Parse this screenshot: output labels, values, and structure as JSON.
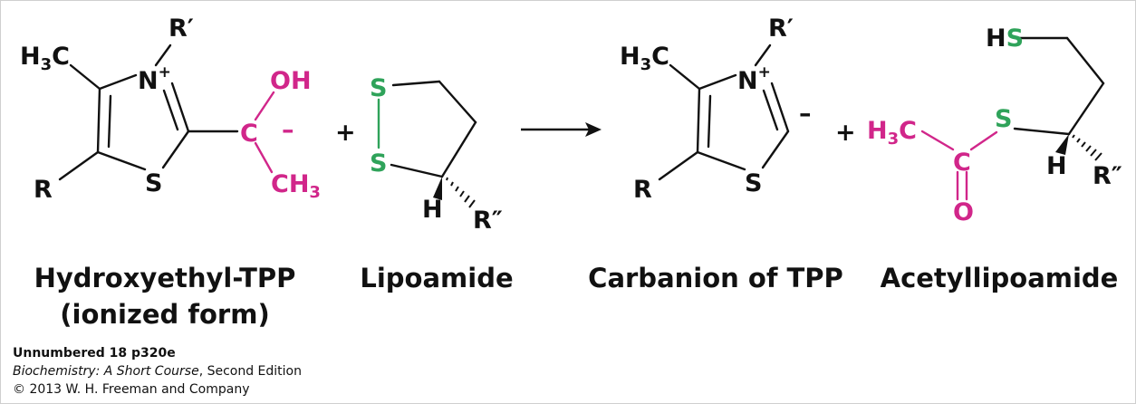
{
  "colors": {
    "black": "#111111",
    "magenta": "#d1268a",
    "green": "#2fa35a"
  },
  "atoms": {
    "h3c": "H",
    "h3c_sub": "3",
    "h3c_tail": "C",
    "r_prime": "R′",
    "n_plus": "N",
    "plus_sup": "+",
    "r": "R",
    "s": "S",
    "oh": "OH",
    "c": "C",
    "ch3": "CH",
    "ch3_sub": "3",
    "minus": "–",
    "h": "H",
    "r_double": "R″",
    "hs": "HS",
    "o": "O"
  },
  "operators": {
    "plus": "+"
  },
  "labels": {
    "hydroxyethyl_tpp_line1": "Hydroxyethyl-TPP",
    "hydroxyethyl_tpp_line2": "(ionized form)",
    "lipoamide": "Lipoamide",
    "carbanion": "Carbanion of TPP",
    "acetyllipoamide": "Acetyllipoamide"
  },
  "credit": {
    "line1": "Unnumbered 18 p320e",
    "book_title": "Biochemistry: A Short Course",
    "edition": ", Second Edition",
    "copyright": "© 2013 W. H. Freeman and Company"
  }
}
